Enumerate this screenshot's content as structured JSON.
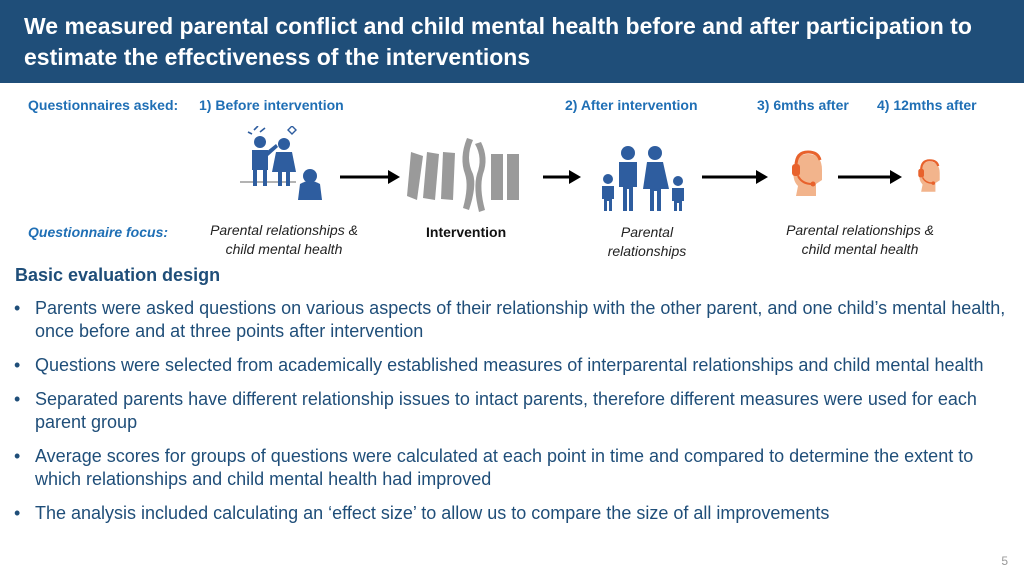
{
  "title": "We measured parental conflict and child mental health before and after participation to estimate the effectiveness of the interventions",
  "questionnaires": {
    "label": "Questionnaires asked:",
    "stages": [
      "1) Before intervention",
      "2) After intervention",
      "3) 6mths after",
      "4) 12mths after"
    ]
  },
  "focus": {
    "label": "Questionnaire focus:",
    "items": [
      "Parental relationships & child mental health",
      "Intervention",
      "Parental relationships",
      "Parental relationships & child mental health"
    ]
  },
  "icons": [
    "arguing-family-icon",
    "intervention-pillars-icon",
    "family-icon",
    "headset-person-icon"
  ],
  "section_title": "Basic evaluation design",
  "bullets": [
    "Parents were asked questions on various aspects of their relationship with the other parent, and one child’s mental health, once before and at three points after intervention",
    "Questions were selected from academically established measures of interparental relationships and child mental health",
    "Separated parents have different relationship issues to intact parents, therefore different measures were used for each parent group",
    "Average scores for groups of questions were calculated at each point in time and compared to determine the extent to which relationships and child mental health had improved",
    "The analysis included calculating an ‘effect size’ to allow us to compare the size of all improvements"
  ],
  "page_number": "5",
  "colors": {
    "header": "#1f4e79",
    "accent": "#1f6fb5",
    "icon_blue": "#2e5d9f",
    "grey": "#9a9a9a",
    "skin": "#f2b48c",
    "headset": "#e8622c"
  }
}
